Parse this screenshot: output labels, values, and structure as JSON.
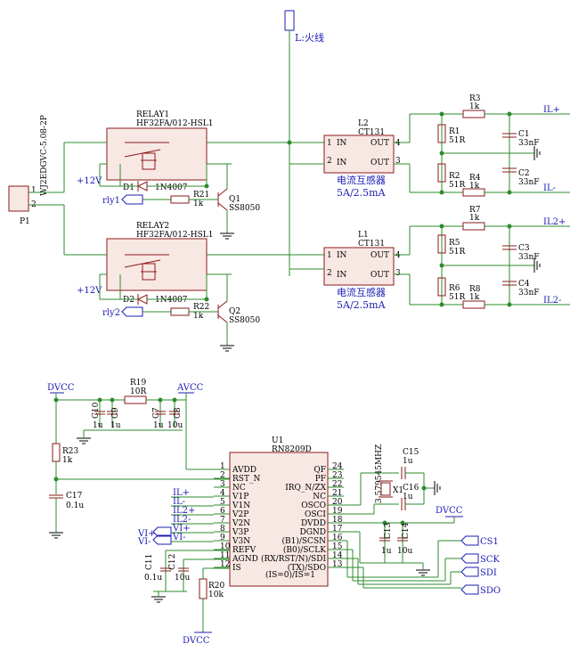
{
  "title": "",
  "mains": {
    "l_label": "L:火线"
  },
  "relay1": {
    "ref": "RELAY1",
    "part": "HF32FA/012-HSL1"
  },
  "relay2": {
    "ref": "RELAY2",
    "part": "HF32FA/012-HSL1"
  },
  "p1": {
    "ref": "P1",
    "part": "WJ2EDGVC-5.08-2P",
    "pin1": "1",
    "pin2": "2"
  },
  "d1": {
    "ref": "D1",
    "part": "1N4007"
  },
  "d2": {
    "ref": "D2",
    "part": "1N4007"
  },
  "r21": {
    "ref": "R21",
    "val": "1k"
  },
  "r22": {
    "ref": "R22",
    "val": "1k"
  },
  "q1": {
    "ref": "Q1",
    "part": "SS8050"
  },
  "q2": {
    "ref": "Q2",
    "part": "SS8050"
  },
  "nets": {
    "p12v_a": "+12V",
    "p12v_b": "+12V",
    "rly1": "rly1",
    "rly2": "rly2",
    "il_pos": "IL+",
    "il_neg": "IL-",
    "il2_pos": "IL2+",
    "il2_neg": "IL2-",
    "dvcc": "DVCC",
    "avcc": "AVCC",
    "vi_pos": "VI+",
    "vi_neg": "VI-",
    "cs1": "CS1",
    "sck": "SCK",
    "sdi": "SDI",
    "sdo": "SDO"
  },
  "l2": {
    "ref": "L2",
    "part": "CT131",
    "pin1": "1",
    "pin2": "2",
    "pin3": "3",
    "pin4": "4",
    "in1": "IN",
    "in2": "IN",
    "out1": "OUT",
    "out2": "OUT",
    "desc1": "电流互感器",
    "desc2": "5A/2.5mA"
  },
  "l1": {
    "ref": "L1",
    "part": "CT131",
    "pin1": "1",
    "pin2": "2",
    "pin3": "3",
    "pin4": "4",
    "in1": "IN",
    "in2": "IN",
    "out1": "OUT",
    "out2": "OUT",
    "desc1": "电流互感器",
    "desc2": "5A/2.5mA"
  },
  "r1": {
    "ref": "R1",
    "val": "51R"
  },
  "r2": {
    "ref": "R2",
    "val": "51R"
  },
  "r3": {
    "ref": "R3",
    "val": "1k"
  },
  "r4": {
    "ref": "R4",
    "val": "1k"
  },
  "r5": {
    "ref": "R5",
    "val": "51R"
  },
  "r6": {
    "ref": "R6",
    "val": "51R"
  },
  "r7": {
    "ref": "R7",
    "val": "1k"
  },
  "r8": {
    "ref": "R8",
    "val": "1k"
  },
  "c1": {
    "ref": "C1",
    "val": "33nF"
  },
  "c2": {
    "ref": "C2",
    "val": "33nF"
  },
  "c3": {
    "ref": "C3",
    "val": "33nF"
  },
  "c4": {
    "ref": "C4",
    "val": "33nF"
  },
  "r19": {
    "ref": "R19",
    "val": "10R"
  },
  "c10": {
    "ref": "C10",
    "val": "1u"
  },
  "c9": {
    "ref": "C9",
    "val": "1u"
  },
  "c7": {
    "ref": "C7",
    "val": "1u"
  },
  "c8": {
    "ref": "C8",
    "val": "10u"
  },
  "r23": {
    "ref": "R23",
    "val": "1k"
  },
  "c17": {
    "ref": "C17",
    "val": "0.1u"
  },
  "c11": {
    "ref": "C11",
    "val": "0.1u"
  },
  "c12": {
    "ref": "C12",
    "val": "10u"
  },
  "r20": {
    "ref": "R20",
    "val": "10k"
  },
  "x1": {
    "ref": "X1",
    "val": "3.579545MHZ"
  },
  "c15": {
    "ref": "C15",
    "val": "1u"
  },
  "c16": {
    "ref": "C16",
    "val": "1u"
  },
  "c13": {
    "ref": "C13",
    "val": "1u"
  },
  "c14": {
    "ref": "C14",
    "val": "10u"
  },
  "u1": {
    "ref": "U1",
    "part": "RN8209D",
    "left_pins": [
      {
        "num": "1",
        "name": "AVDD"
      },
      {
        "num": "2",
        "name": "RST_N"
      },
      {
        "num": "3",
        "name": "NC"
      },
      {
        "num": "4",
        "name": "V1P"
      },
      {
        "num": "5",
        "name": "V1N"
      },
      {
        "num": "6",
        "name": "V2P"
      },
      {
        "num": "7",
        "name": "V2N"
      },
      {
        "num": "8",
        "name": "V3P"
      },
      {
        "num": "9",
        "name": "V3N"
      },
      {
        "num": "10",
        "name": "REFV"
      },
      {
        "num": "11",
        "name": "AGND"
      },
      {
        "num": "12",
        "name": "IS"
      }
    ],
    "right_pins": [
      {
        "num": "24",
        "name": "QF"
      },
      {
        "num": "23",
        "name": "PF"
      },
      {
        "num": "22",
        "name": "IRQ_N/ZX"
      },
      {
        "num": "21",
        "name": "NC"
      },
      {
        "num": "20",
        "name": "OSCO"
      },
      {
        "num": "19",
        "name": "OSCI"
      },
      {
        "num": "18",
        "name": "DVDD"
      },
      {
        "num": "17",
        "name": "DGND"
      },
      {
        "num": "16",
        "name": "(B1)/SCSN"
      },
      {
        "num": "15",
        "name": "(B0)/SCLK"
      },
      {
        "num": "14",
        "name": "(RX/RST/N)/SDI"
      },
      {
        "num": "13",
        "name": "(TX)/SDO"
      }
    ],
    "is_note": "(IS=0)/IS=1"
  }
}
